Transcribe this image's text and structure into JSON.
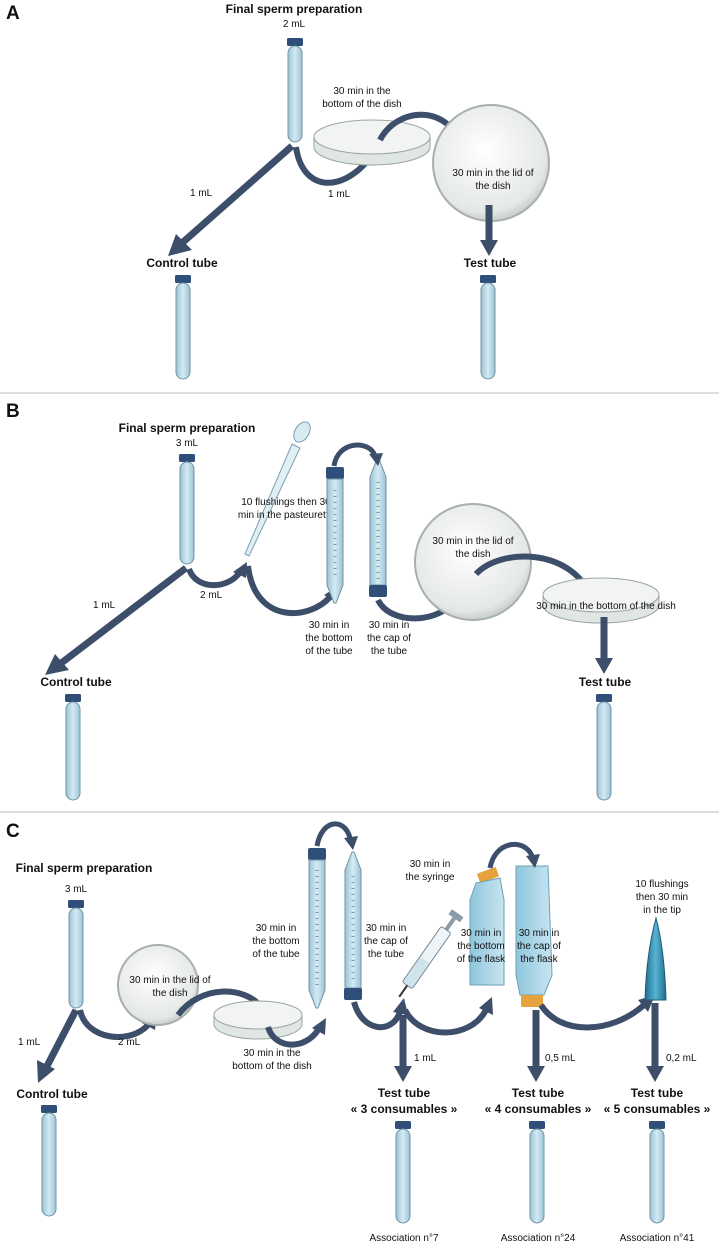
{
  "panels": {
    "A": {
      "letter": "A",
      "title": "Final sperm preparation",
      "volume": "2 mL",
      "step_dish_bottom": [
        "30 min in the",
        "bottom of the dish"
      ],
      "step_dish_lid": [
        "30 min in the lid of",
        "the dish"
      ],
      "vol_control": "1 mL",
      "vol_test": "1 mL",
      "control_label": "Control tube",
      "test_label": "Test tube"
    },
    "B": {
      "letter": "B",
      "title": "Final sperm preparation",
      "volume": "3 mL",
      "step_pasteurette": [
        "10 flushings then 30",
        "min in the pasteurette"
      ],
      "step_tube_bottom": [
        "30 min in",
        "the bottom",
        "of the tube"
      ],
      "step_tube_cap": [
        "30 min in",
        "the cap of",
        "the tube"
      ],
      "step_dish_lid": [
        "30 min in the lid of",
        "the dish"
      ],
      "step_dish_bottom": "30 min in the bottom of the dish",
      "vol_control": "1 mL",
      "vol_test": "2 mL",
      "control_label": "Control tube",
      "test_label": "Test tube"
    },
    "C": {
      "letter": "C",
      "title": "Final sperm preparation",
      "volume": "3 mL",
      "step_dish_lid": [
        "30 min in the lid of",
        "the dish"
      ],
      "step_dish_bottom": [
        "30 min in the",
        "bottom of the dish"
      ],
      "step_tube_bottom": [
        "30 min in",
        "the bottom",
        "of the tube"
      ],
      "step_tube_cap": [
        "30 min in",
        "the cap of",
        "the tube"
      ],
      "step_syringe": [
        "30 min in",
        "the syringe"
      ],
      "step_flask_bottom": [
        "30 min in",
        "the bottom",
        "of the flask"
      ],
      "step_flask_cap": [
        "30 min in",
        "the cap of",
        "the flask"
      ],
      "step_tip": [
        "10 flushings",
        "then 30 min",
        "in the tip"
      ],
      "vol_control": "1 mL",
      "vol_process": "2 mL",
      "vol_test3": "1 mL",
      "vol_test4": "0,5 mL",
      "vol_test5": "0,2 mL",
      "control_label": "Control tube",
      "test3_label": [
        "Test tube",
        "« 3 consumables »"
      ],
      "test4_label": [
        "Test tube",
        "« 4 consumables »"
      ],
      "test5_label": [
        "Test tube",
        "« 5 consumables »"
      ],
      "assoc3": "Association n°7",
      "assoc4": "Association n°24",
      "assoc5": "Association n°41"
    }
  },
  "colors": {
    "arrow": "#3d4e6b",
    "tube_fill": "#bcd9e6",
    "tube_edge": "#6f93a6",
    "cap": "#2f4f7a",
    "orange_cap": "#e6a23c",
    "tip": "#2f8fb0",
    "divider": "#bbbbbb"
  }
}
